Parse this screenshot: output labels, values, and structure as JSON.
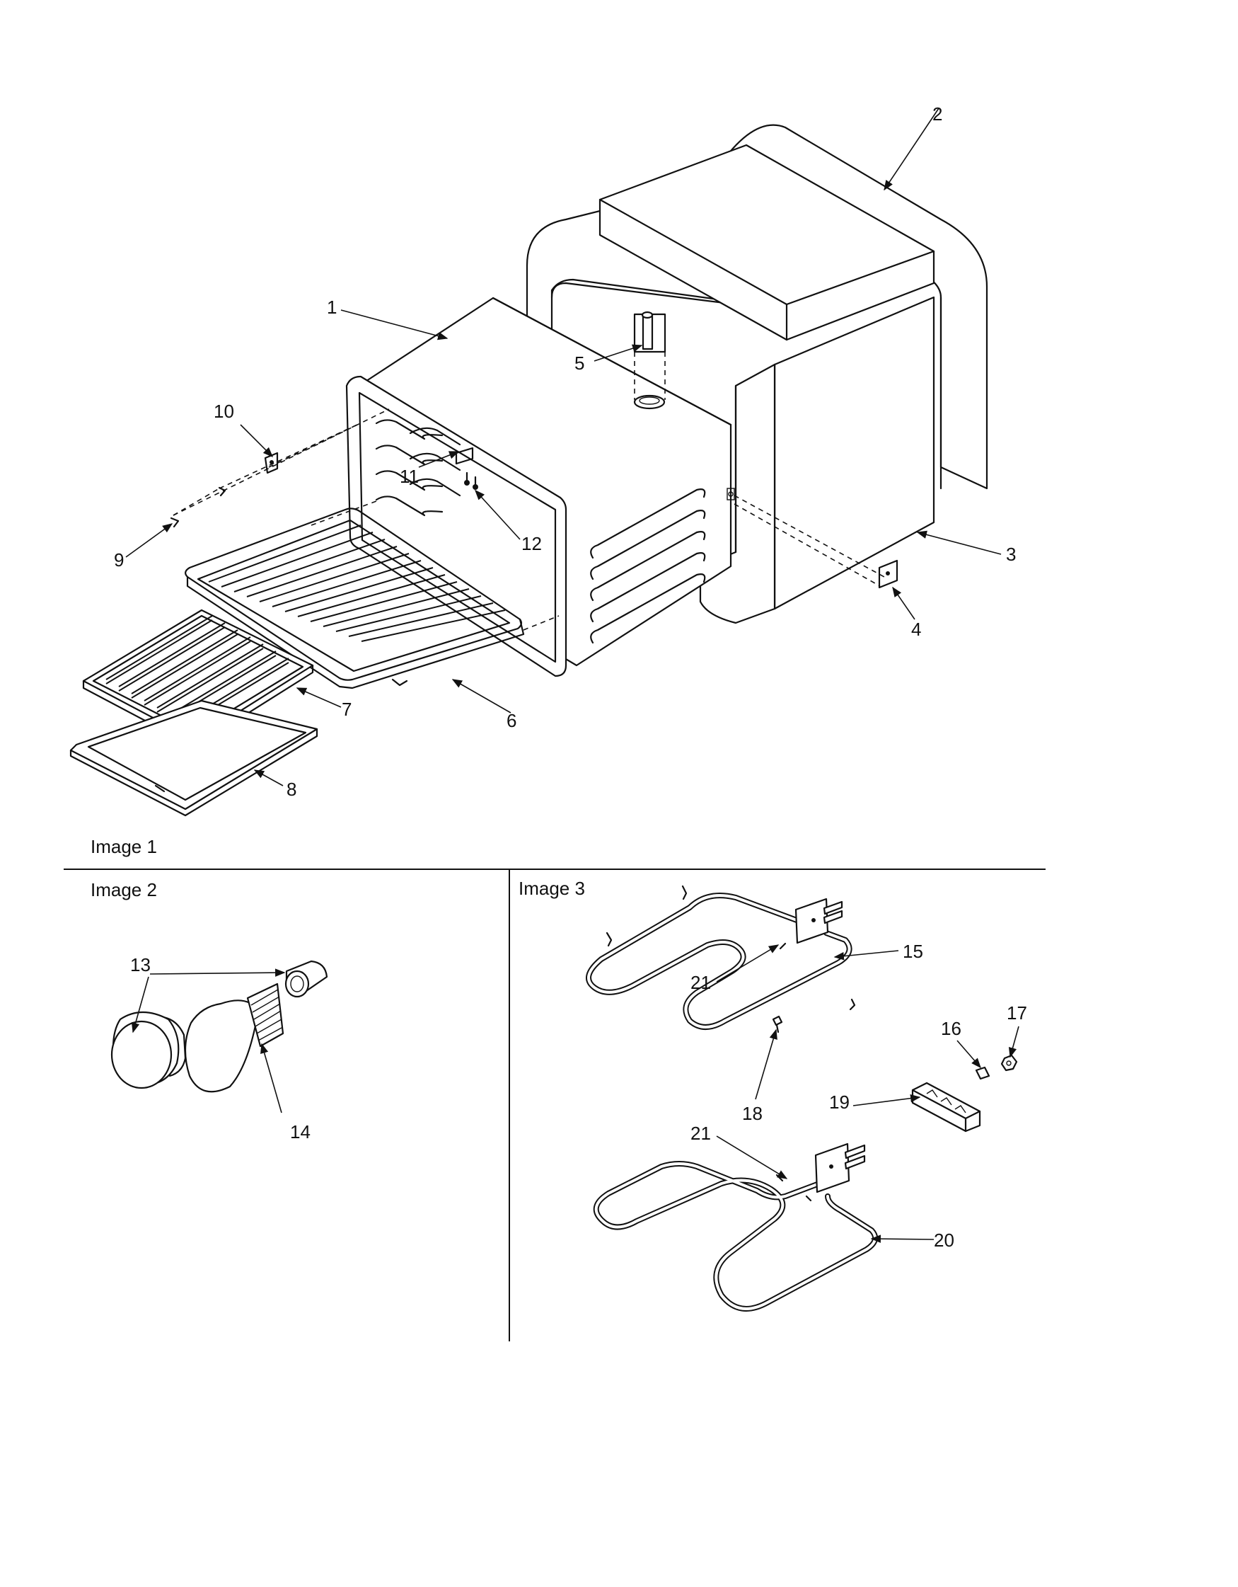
{
  "sections": {
    "image1": "Image 1",
    "image2": "Image 2",
    "image3": "Image 3"
  },
  "callouts": {
    "c1": "1",
    "c2": "2",
    "c3": "3",
    "c4": "4",
    "c5": "5",
    "c6": "6",
    "c7": "7",
    "c8": "8",
    "c9": "9",
    "c10": "10",
    "c11": "11",
    "c12": "12",
    "c13": "13",
    "c14": "14",
    "c15": "15",
    "c16": "16",
    "c17": "17",
    "c18": "18",
    "c19": "19",
    "c20": "20",
    "c21a": "21",
    "c21b": "21"
  }
}
